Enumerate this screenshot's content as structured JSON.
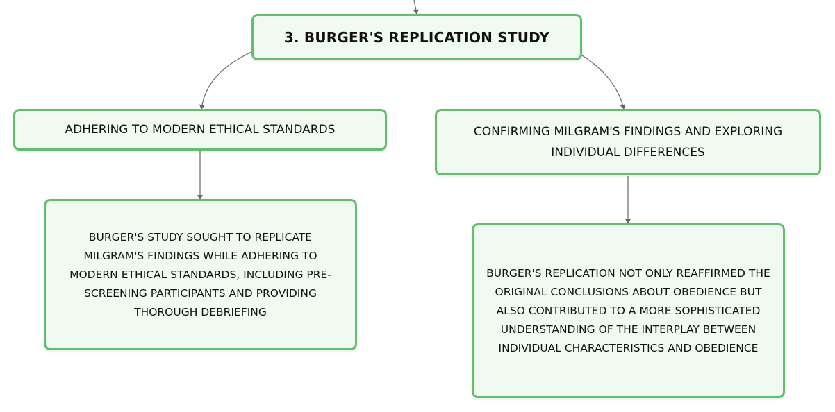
{
  "diagram": {
    "root": {
      "label": "3. BURGER'S REPLICATION STUDY"
    },
    "branches": [
      {
        "label": "ADHERING TO MODERN ETHICAL STANDARDS",
        "detail": "BURGER'S STUDY SOUGHT TO REPLICATE MILGRAM'S FINDINGS WHILE ADHERING TO MODERN ETHICAL STANDARDS, INCLUDING PRE-SCREENING PARTICIPANTS AND PROVIDING THOROUGH DEBRIEFING"
      },
      {
        "label": "CONFIRMING MILGRAM'S FINDINGS AND EXPLORING INDIVIDUAL DIFFERENCES",
        "detail": "BURGER'S REPLICATION NOT ONLY REAFFIRMED THE ORIGINAL CONCLUSIONS ABOUT OBEDIENCE BUT ALSO CONTRIBUTED TO A MORE SOPHISTICATED UNDERSTANDING OF THE INTERPLAY BETWEEN INDIVIDUAL CHARACTERISTICS AND OBEDIENCE"
      }
    ]
  },
  "colors": {
    "node_border": "#5fbf6a",
    "node_fill": "#f1faf1",
    "connector": "#666666",
    "text": "#111111"
  }
}
